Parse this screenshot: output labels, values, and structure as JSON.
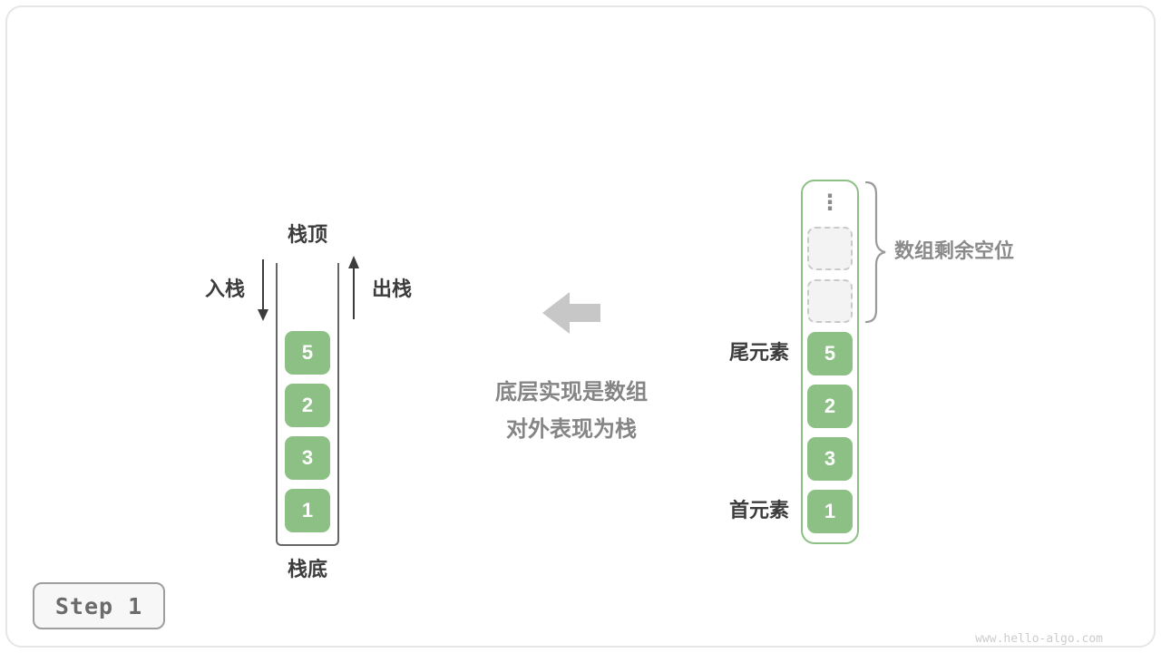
{
  "step_badge": {
    "label": "Step 1"
  },
  "watermark": "www.hello-algo.com",
  "stack": {
    "top_label": "栈顶",
    "bottom_label": "栈底",
    "push_label": "入栈",
    "pop_label": "出栈",
    "values": [
      "5",
      "2",
      "3",
      "1"
    ]
  },
  "caption": {
    "line1": "底层实现是数组",
    "line2": "对外表现为栈"
  },
  "array": {
    "tail_label": "尾元素",
    "head_label": "首元素",
    "remaining_label": "数组剩余空位",
    "empty_slot_count": 2,
    "values": [
      "5",
      "2",
      "3",
      "1"
    ]
  },
  "icons": {
    "ellipsis": "⋮"
  },
  "colors": {
    "cell_green": "#8CC084",
    "arrow_gray": "#C7C7C7",
    "label_dark": "#3C3C3C",
    "label_gray": "#8A8A8A"
  }
}
